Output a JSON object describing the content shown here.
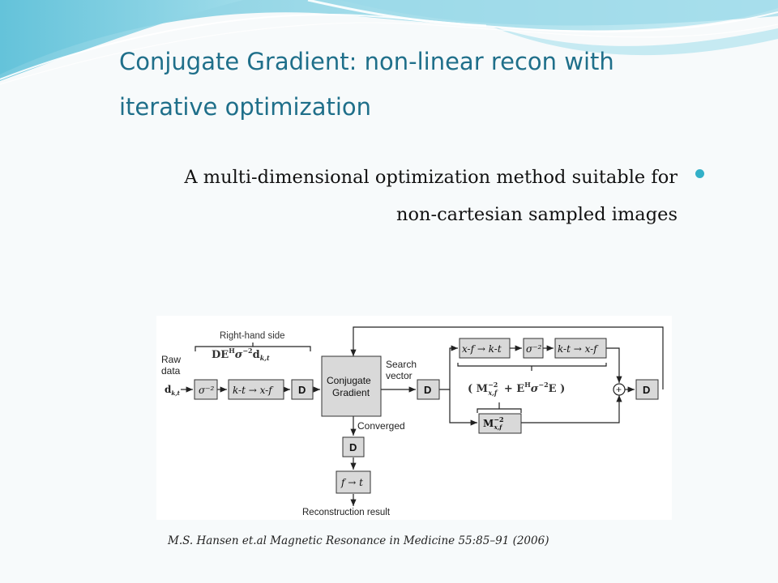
{
  "slide": {
    "title_line1": "Conjugate Gradient: non-linear recon with",
    "title_line2": "iterative optimization",
    "bullet_line1": "A multi-dimensional optimization method suitable for",
    "bullet_line2": "non-cartesian sampled images",
    "citation": "M.S. Hansen et.al Magnetic Resonance in Medicine 55:85–91 (2006)"
  },
  "diagram": {
    "right_hand_side_label": "Right-hand side",
    "raw_data_label_1": "Raw",
    "raw_data_label_2": "data",
    "sigma_inv": "σ⁻²",
    "kt_to_xf": "k-t → x-f",
    "xf_to_kt": "x-f → k-t",
    "d_block": "D",
    "cg_label_1": "Conjugate",
    "cg_label_2": "Gradient",
    "search_label_1": "Search",
    "search_label_2": "vector",
    "converged_label": "Converged",
    "f_to_t": "f → t",
    "reconstruction_label": "Reconstruction result",
    "plus_symbol": "+"
  },
  "colors": {
    "title": "#1f6f8a",
    "bullet": "#33b0c8",
    "box_fill": "#d9d9d9"
  }
}
